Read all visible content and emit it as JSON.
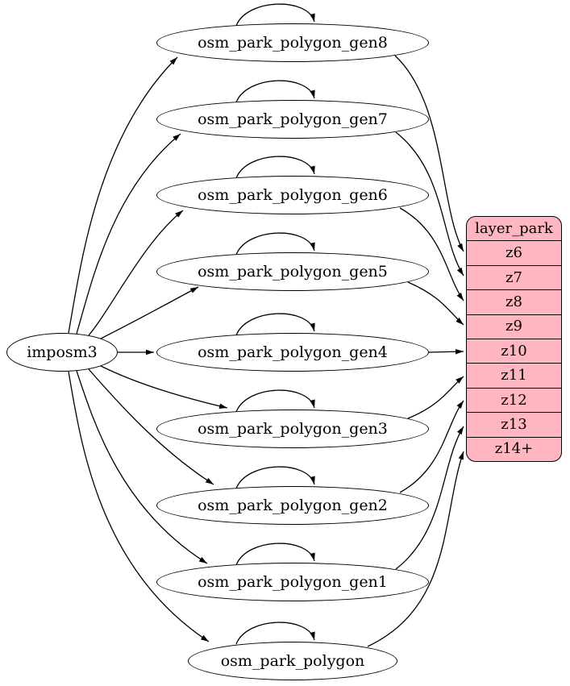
{
  "diagram": {
    "source": {
      "label": "imposm3"
    },
    "tables": [
      {
        "label": "osm_park_polygon_gen8",
        "feeds_zoom": "z6"
      },
      {
        "label": "osm_park_polygon_gen7",
        "feeds_zoom": "z7"
      },
      {
        "label": "osm_park_polygon_gen6",
        "feeds_zoom": "z8"
      },
      {
        "label": "osm_park_polygon_gen5",
        "feeds_zoom": "z9"
      },
      {
        "label": "osm_park_polygon_gen4",
        "feeds_zoom": "z10"
      },
      {
        "label": "osm_park_polygon_gen3",
        "feeds_zoom": "z11"
      },
      {
        "label": "osm_park_polygon_gen2",
        "feeds_zoom": "z12"
      },
      {
        "label": "osm_park_polygon_gen1",
        "feeds_zoom": "z13"
      },
      {
        "label": "osm_park_polygon",
        "feeds_zoom": "z14+"
      }
    ],
    "layer": {
      "title": "layer_park",
      "rows": [
        "z6",
        "z7",
        "z8",
        "z9",
        "z10",
        "z11",
        "z12",
        "z13",
        "z14+"
      ]
    },
    "edges": {
      "from_source": "imposm3 connects to every table node",
      "self_loops": "every table node has a self-loop",
      "to_layer": "each table node connects to one zoom row of layer_park"
    },
    "colors": {
      "layer_fill": "#ffb6c1",
      "node_fill": "#ffffff",
      "stroke": "#000000",
      "background": "#ffffff"
    }
  }
}
